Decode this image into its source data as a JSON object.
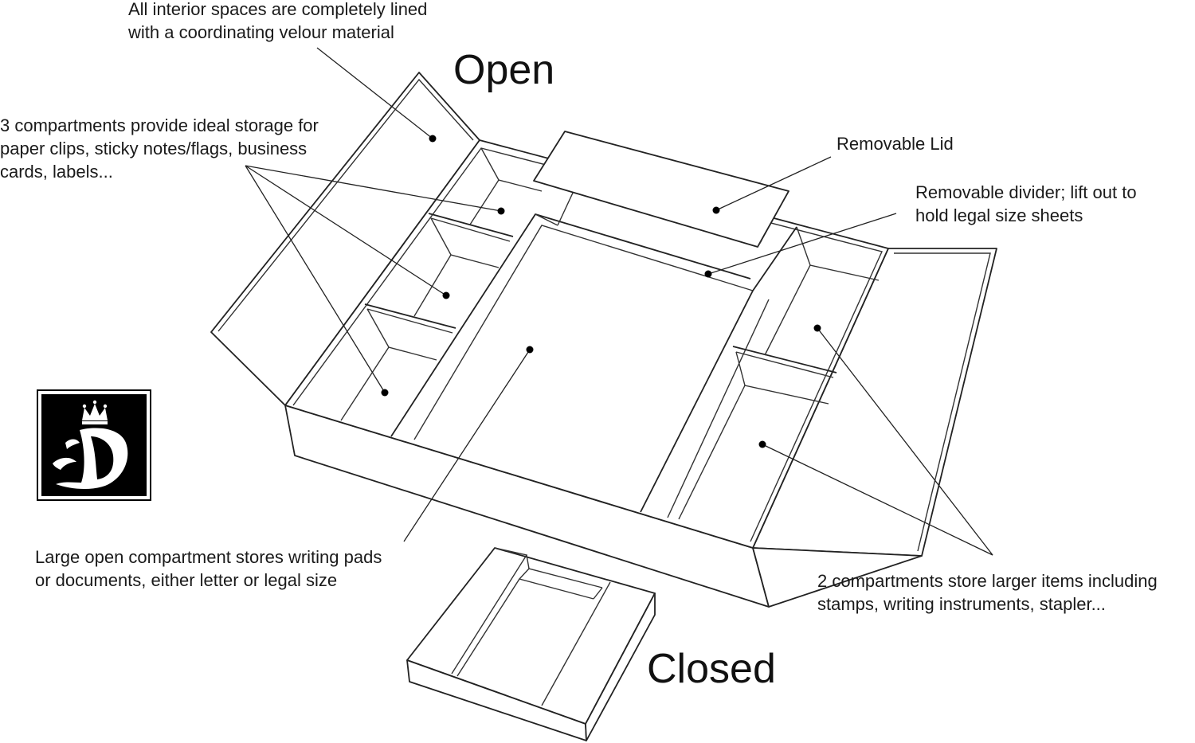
{
  "headings": {
    "open": "Open",
    "closed": "Closed"
  },
  "callouts": {
    "velour": [
      "All interior spaces are completely lined",
      "with a coordinating velour material"
    ],
    "three_compartments": [
      "3 compartments provide ideal storage for",
      "paper clips, sticky notes/flags, business",
      "cards, labels..."
    ],
    "lid": [
      "Removable Lid"
    ],
    "divider": [
      "Removable divider; lift out to",
      "hold legal size sheets"
    ],
    "large_compartment": [
      "Large open compartment stores writing pads",
      "or documents, either letter or legal size"
    ],
    "two_compartments": [
      "2 compartments store larger items including",
      "stamps, writing instruments, stapler..."
    ]
  },
  "logo": {
    "icon": "crowned-letter-d-icon",
    "background": "#000000",
    "foreground": "#ffffff"
  },
  "colors": {
    "line": "#222222",
    "background": "#ffffff"
  }
}
